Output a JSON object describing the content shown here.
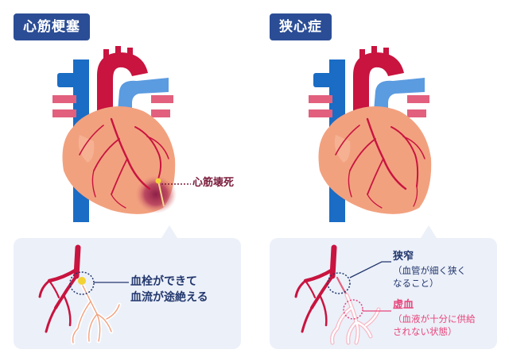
{
  "left_panel": {
    "title": "心筋梗塞",
    "heart_annotation": "心筋壊死",
    "callout_lines": [
      "血栓ができて",
      "血流が途絶える"
    ]
  },
  "right_panel": {
    "title": "狭心症",
    "stenosis_label": "狭窄",
    "stenosis_detail_lines": [
      "（血管が細く狭く",
      "なること）"
    ],
    "ischemia_label": "虚血",
    "ischemia_detail_lines": [
      "（血液が十分に供給",
      "されない状態）"
    ]
  },
  "colors": {
    "badge": "#2b4d96",
    "artery": "#c8143f",
    "vein": "#1a6cc4",
    "heart_muscle": "#f2a17f",
    "necrosis": "#8e1f47",
    "ischemia_text": "#e8457a",
    "callout_bg": "#ecf0f9"
  }
}
